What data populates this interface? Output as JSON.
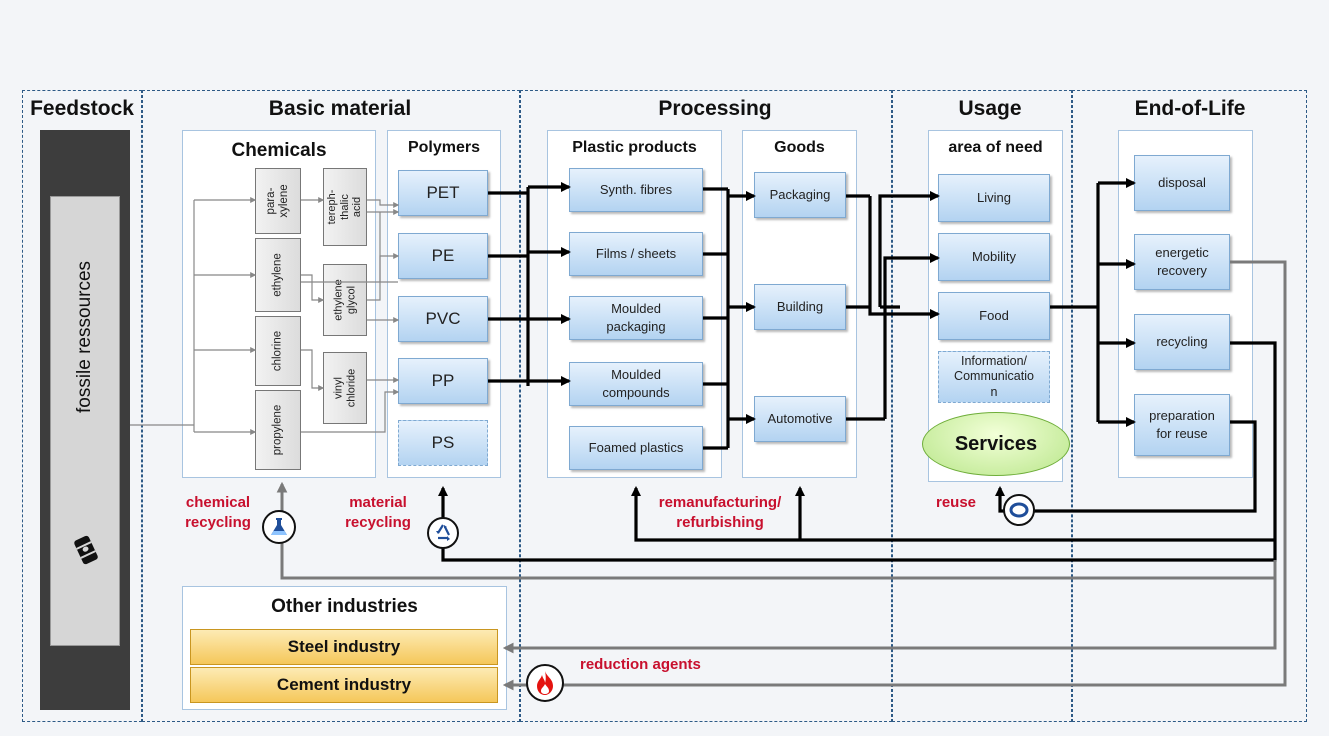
{
  "stages": {
    "feedstock": "Feedstock",
    "basic_material": "Basic material",
    "processing": "Processing",
    "usage": "Usage",
    "end_of_life": "End-of-Life"
  },
  "feedstock": {
    "label": "fossile ressources",
    "icon": "oil-barrel-icon"
  },
  "chemicals": {
    "title": "Chemicals",
    "primary": [
      "para-\nxylene",
      "ethylene",
      "chlorine",
      "propylene"
    ],
    "secondary": [
      "tereph-\nthalic\nacid",
      "ethylene\nglycol",
      "vinyl\nchloride"
    ]
  },
  "polymers": {
    "title": "Polymers",
    "items": [
      "PET",
      "PE",
      "PVC",
      "PP",
      "PS"
    ]
  },
  "plastic_products": {
    "title": "Plastic products",
    "items": [
      "Synth. fibres",
      "Films / sheets",
      "Moulded\npackaging",
      "Moulded\ncompounds",
      "Foamed plastics"
    ]
  },
  "goods": {
    "title": "Goods",
    "items": [
      "Packaging",
      "Building",
      "Automotive"
    ]
  },
  "area_of_need": {
    "title": "area of need",
    "items": [
      "Living",
      "Mobility",
      "Food",
      "Information/\nCommunicatio\nn"
    ],
    "services": "Services"
  },
  "end_of_life": {
    "items": [
      "disposal",
      "energetic\nrecovery",
      "recycling",
      "preparation\nfor reuse"
    ]
  },
  "flows": {
    "chemical_recycling": "chemical\nrecycling",
    "material_recycling": "material\nrecycling",
    "remanufacturing": "remanufacturing/\nrefurbishing",
    "reuse": "reuse",
    "reduction_agents": "reduction agents"
  },
  "other_industries": {
    "title": "Other industries",
    "items": [
      "Steel industry",
      "Cement industry"
    ]
  },
  "colors": {
    "frame": "#2d5a86",
    "flow_red": "#c8102e",
    "box_blue": "#b3d3f1",
    "orange": "#f5c75a",
    "services_green": "#b9e68a"
  }
}
